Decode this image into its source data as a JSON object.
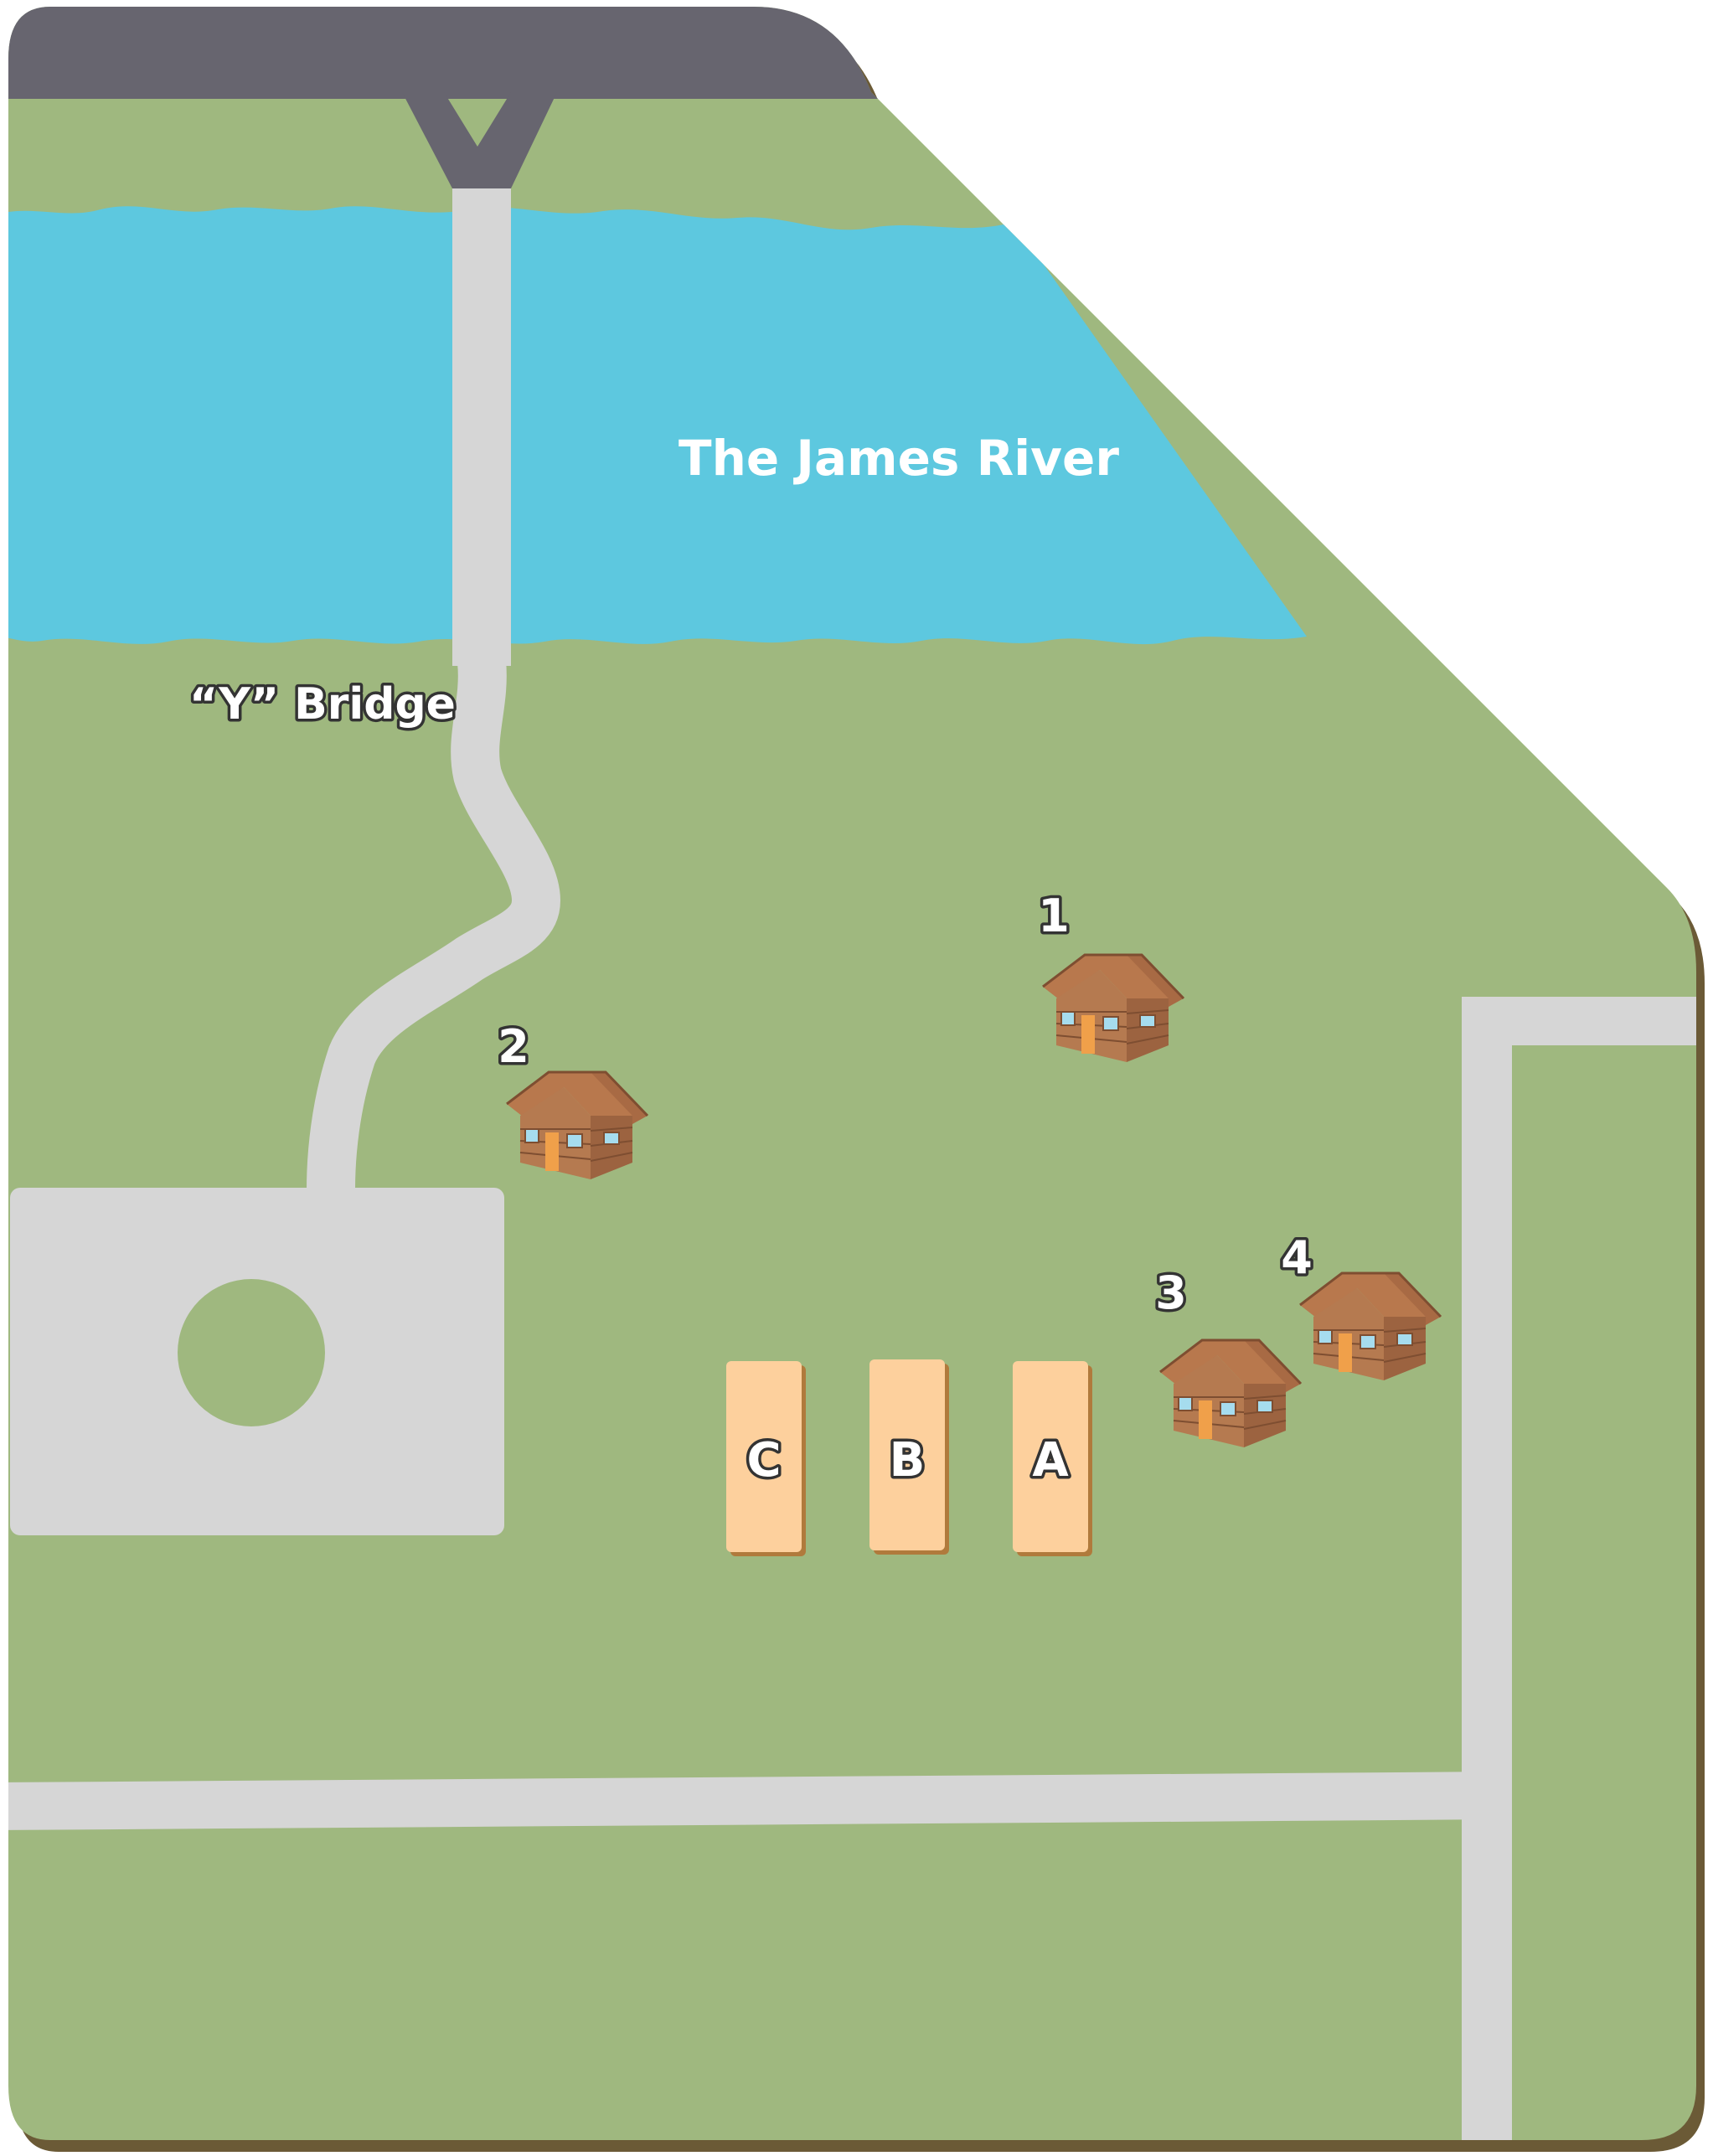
{
  "map": {
    "river_label": "The James River",
    "bridge_label": "“Y” Bridge",
    "cabins": [
      {
        "number": "1"
      },
      {
        "number": "2"
      },
      {
        "number": "3"
      },
      {
        "number": "4"
      }
    ],
    "lots": [
      {
        "letter": "C"
      },
      {
        "letter": "B"
      },
      {
        "letter": "A"
      }
    ],
    "colors": {
      "grass": "#9fb87f",
      "water": "#5dc8df",
      "road_dark": "#67656f",
      "path": "#d6d6d6",
      "lot": "#fdd09d",
      "cabin_roof": "#a86a44",
      "cabin_wall": "#b57a50",
      "cabin_door": "#f0a04a",
      "cabin_window": "#a6dcee",
      "edge": "#6b5a36"
    }
  }
}
